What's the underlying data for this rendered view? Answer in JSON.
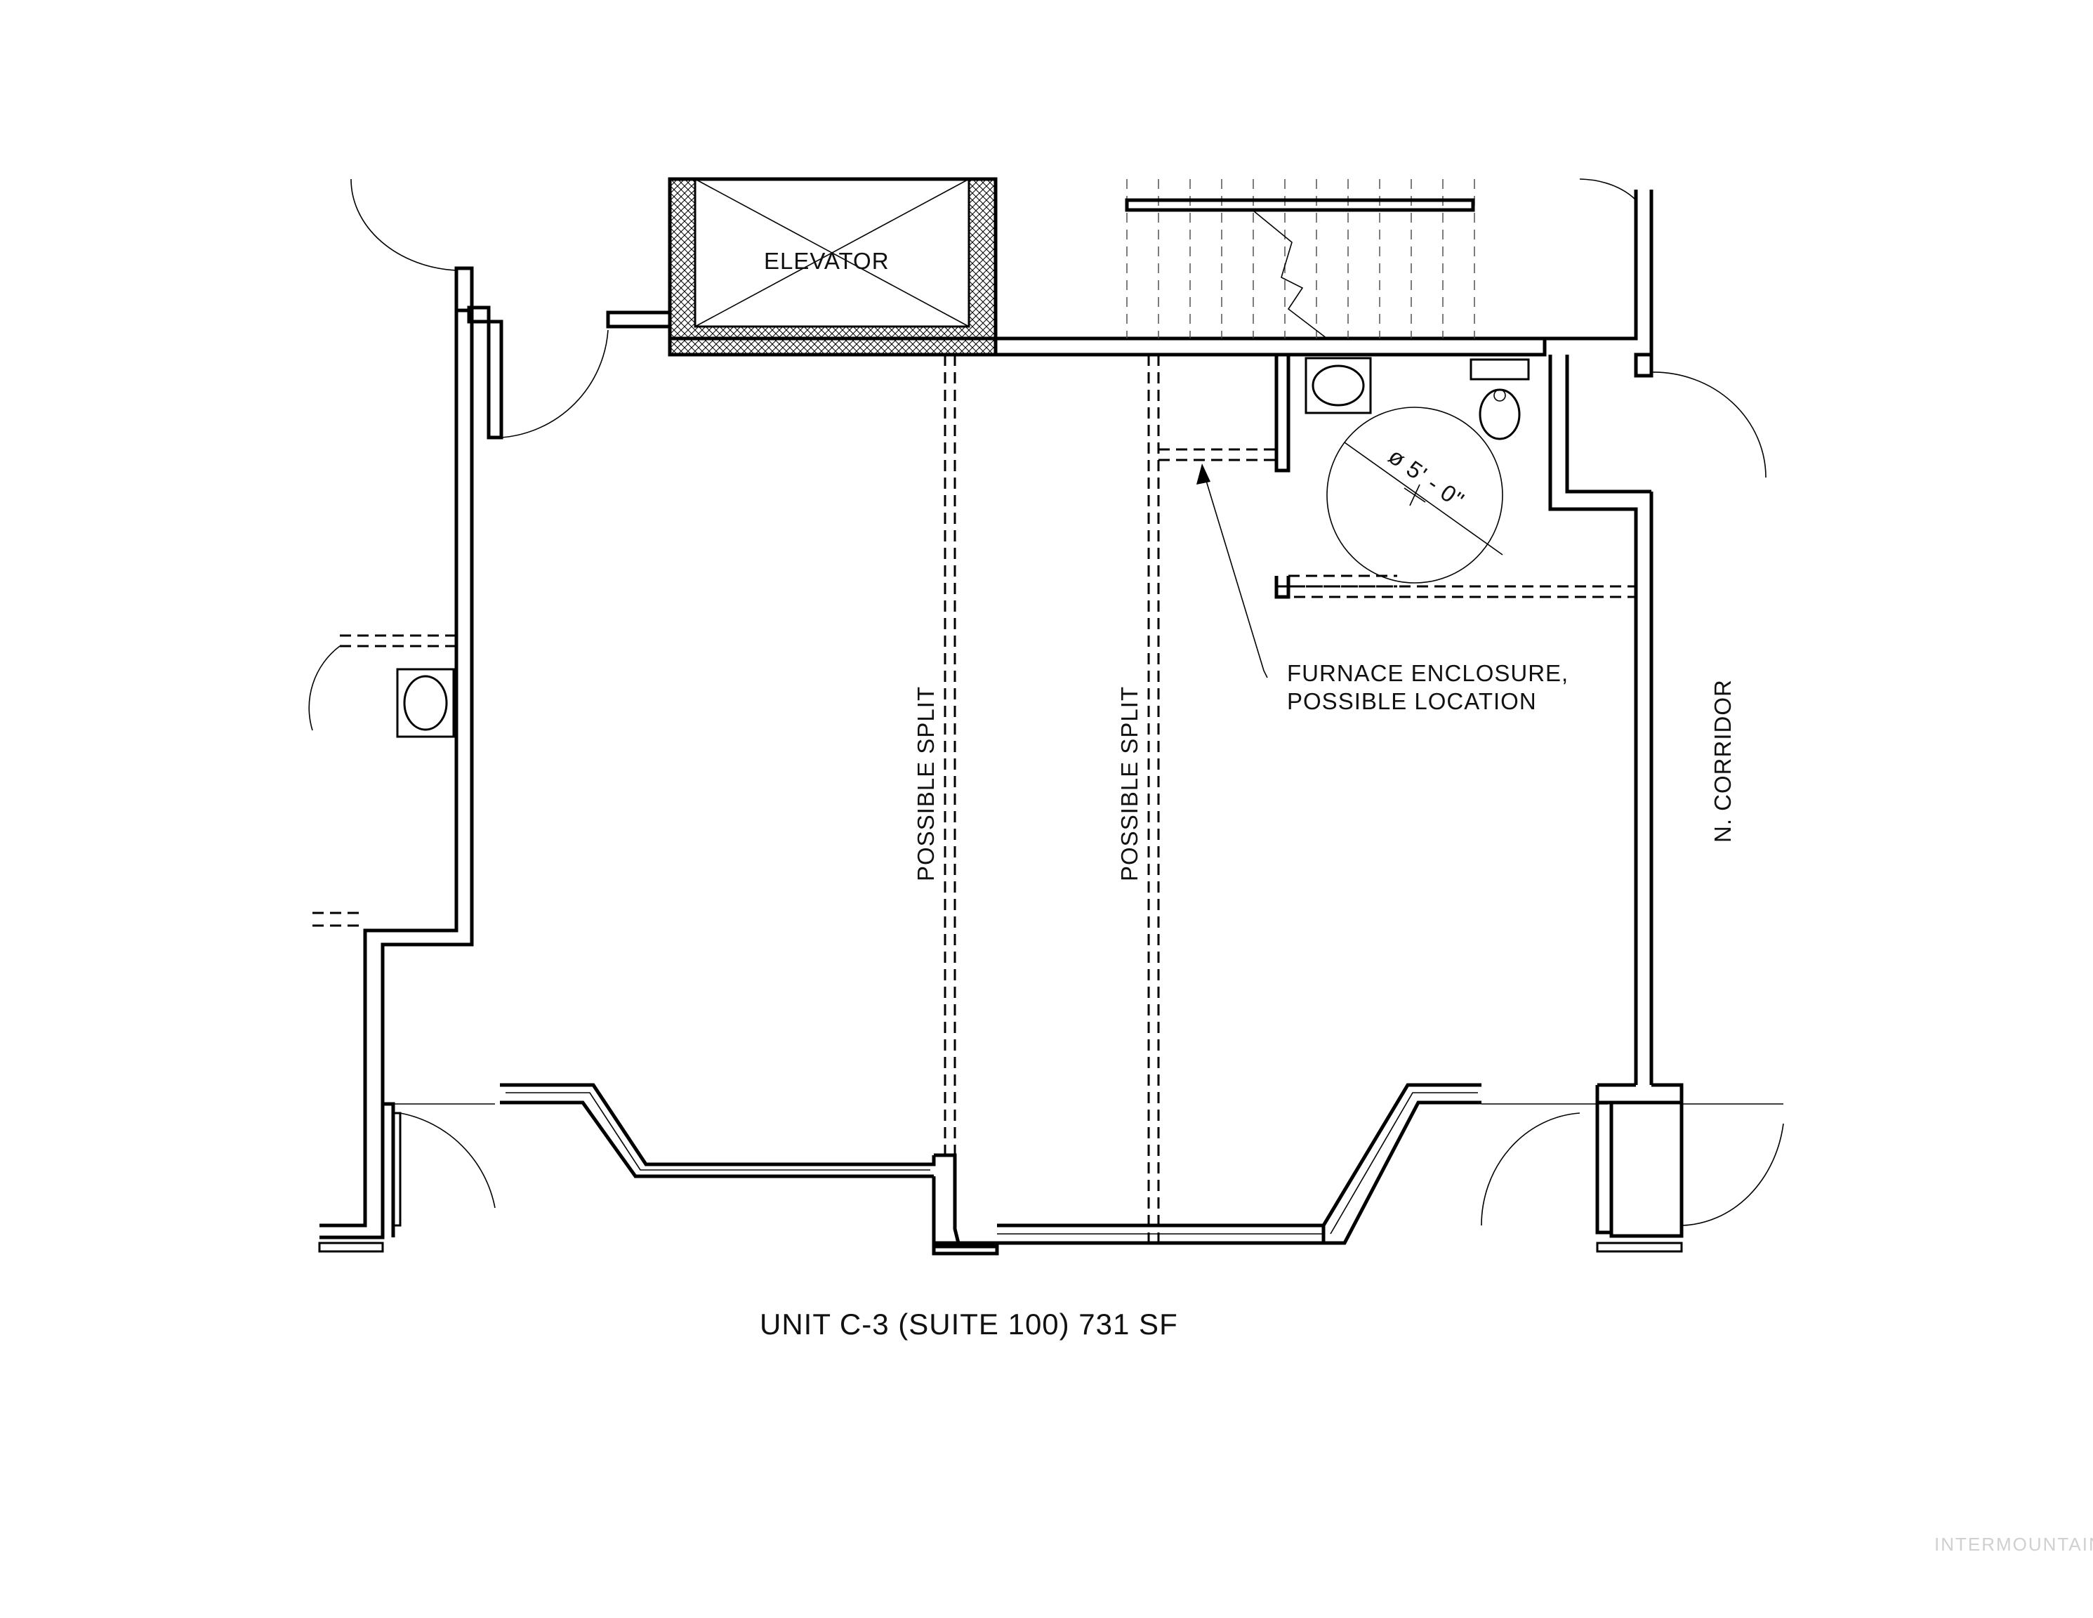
{
  "plan": {
    "elevator_label": "ELEVATOR",
    "split_label_1": "POSSIBLE SPLIT",
    "split_label_2": "POSSIBLE SPLIT",
    "furnace_note_line1": "FURNACE ENCLOSURE,",
    "furnace_note_line2": "POSSIBLE LOCATION",
    "turning_dimension": "ø 5' - 0\"",
    "corridor_label": "N. CORRIDOR",
    "unit_title": "UNIT C-3 (SUITE 100) 731 SF"
  },
  "watermark": "INTERMOUNTAIN"
}
